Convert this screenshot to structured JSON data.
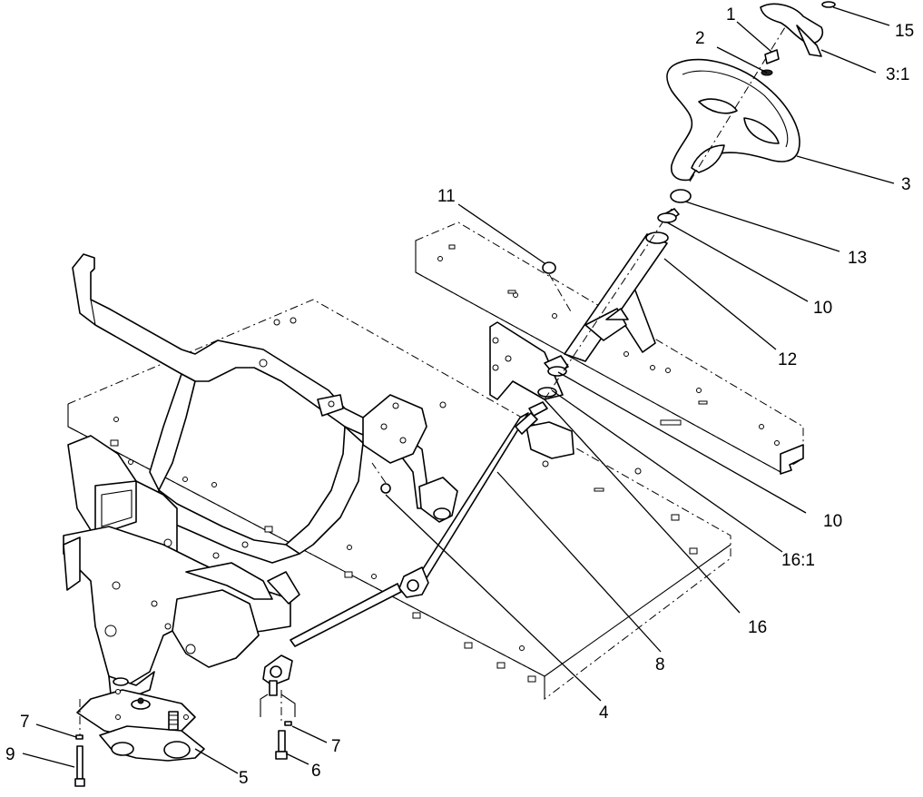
{
  "diagram": {
    "callouts": [
      {
        "id": "c1",
        "text": "1"
      },
      {
        "id": "c2",
        "text": "2"
      },
      {
        "id": "c15",
        "text": "15"
      },
      {
        "id": "c3_1",
        "text": "3:1"
      },
      {
        "id": "c3",
        "text": "3"
      },
      {
        "id": "c11",
        "text": "11"
      },
      {
        "id": "c13",
        "text": "13"
      },
      {
        "id": "c10a",
        "text": "10"
      },
      {
        "id": "c12",
        "text": "12"
      },
      {
        "id": "c10b",
        "text": "10"
      },
      {
        "id": "c16_1",
        "text": "16:1"
      },
      {
        "id": "c16",
        "text": "16"
      },
      {
        "id": "c8",
        "text": "8"
      },
      {
        "id": "c4",
        "text": "4"
      },
      {
        "id": "c7a",
        "text": "7"
      },
      {
        "id": "c9",
        "text": "9"
      },
      {
        "id": "c7b",
        "text": "7"
      },
      {
        "id": "c6",
        "text": "6"
      },
      {
        "id": "c5",
        "text": "5"
      }
    ]
  }
}
